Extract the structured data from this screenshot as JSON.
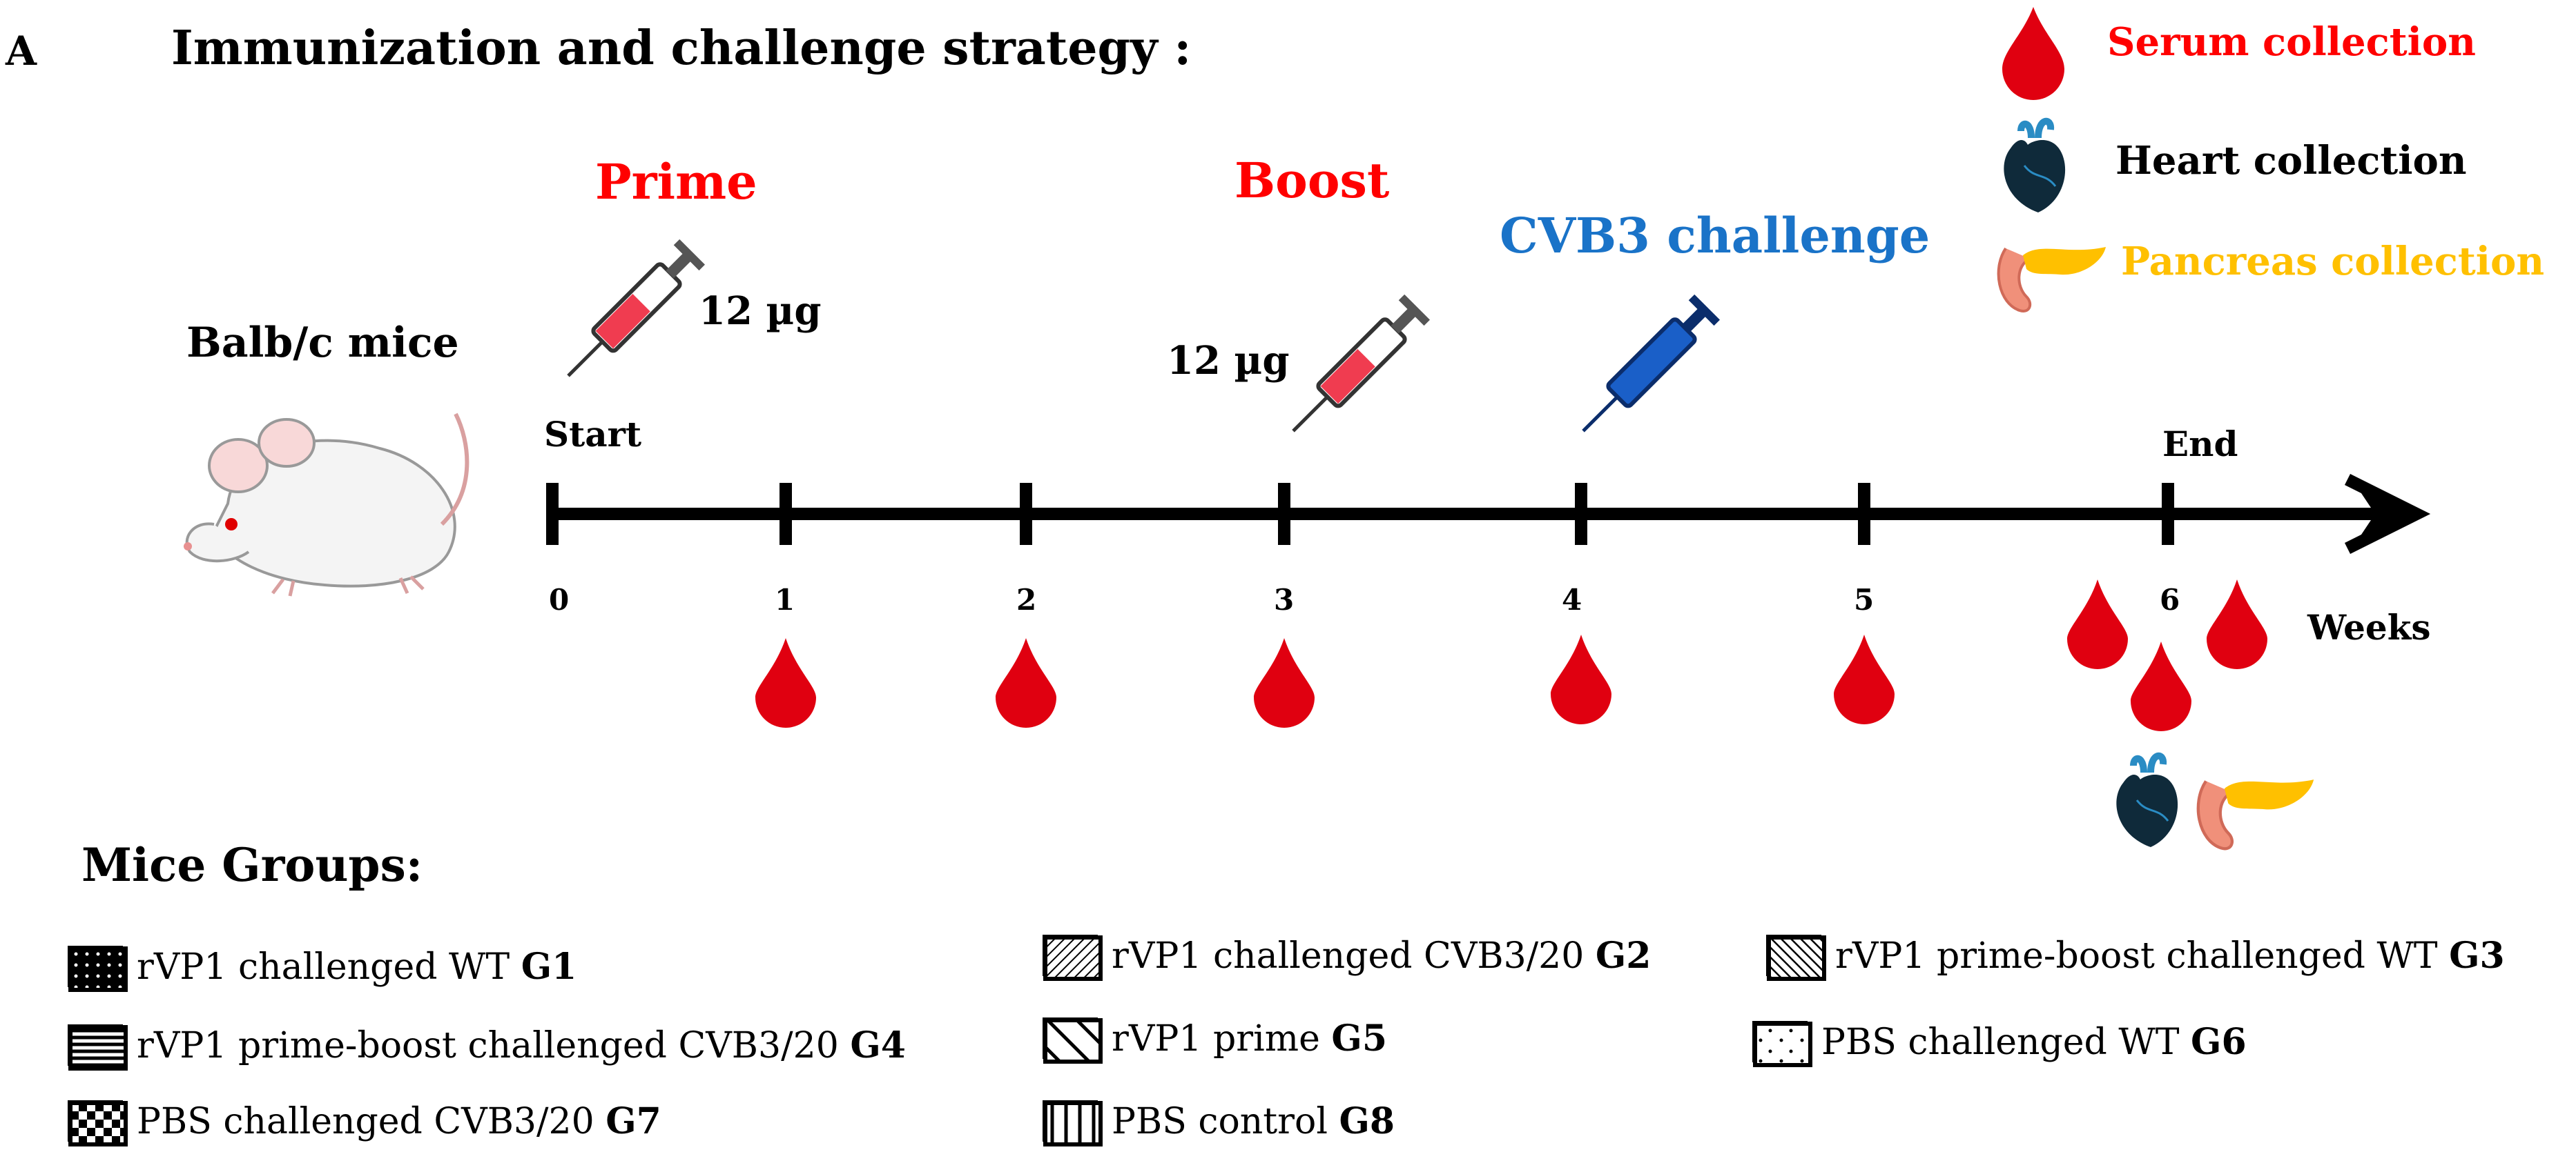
{
  "panel_letter": "A",
  "title": "Immunization and challenge strategy :",
  "mouse_label": "Balb/c mice",
  "stages": {
    "prime": "Prime",
    "boost": "Boost",
    "challenge": "CVB3 challenge"
  },
  "doses": {
    "prime_dose": "12 µg",
    "boost_dose": "12 µg"
  },
  "timeline": {
    "start_label": "Start",
    "end_label": "End",
    "unit_label": "Weeks",
    "ticks": [
      "0",
      "1",
      "2",
      "3",
      "4",
      "5",
      "6"
    ]
  },
  "key": {
    "serum": "Serum collection",
    "heart": "Heart collection",
    "pancreas": "Pancreas collection"
  },
  "colors": {
    "red": "#ff0000",
    "blue": "#1a73c8",
    "gold": "#ffc000",
    "blood": "#e00010",
    "heart": "#0f2a3a"
  },
  "groups_heading": "Mice Groups:",
  "groups": [
    {
      "label": "rVP1 challenged WT ",
      "id": "G1",
      "pattern": "dots-dark"
    },
    {
      "label": "rVP1 challenged CVB3/20 ",
      "id": "G2",
      "pattern": "diag-fine"
    },
    {
      "label": "rVP1 prime-boost challenged WT ",
      "id": "G3",
      "pattern": "diag-back"
    },
    {
      "label": "rVP1 prime-boost challenged CVB3/20 ",
      "id": "G4",
      "pattern": "horizontal"
    },
    {
      "label": "rVP1 prime ",
      "id": "G5",
      "pattern": "diag-wide"
    },
    {
      "label": "PBS challenged WT ",
      "id": "G6",
      "pattern": "sparse-dots"
    },
    {
      "label": "PBS challenged CVB3/20 ",
      "id": "G7",
      "pattern": "checker"
    },
    {
      "label": "PBS control ",
      "id": "G8",
      "pattern": "vertical"
    }
  ]
}
